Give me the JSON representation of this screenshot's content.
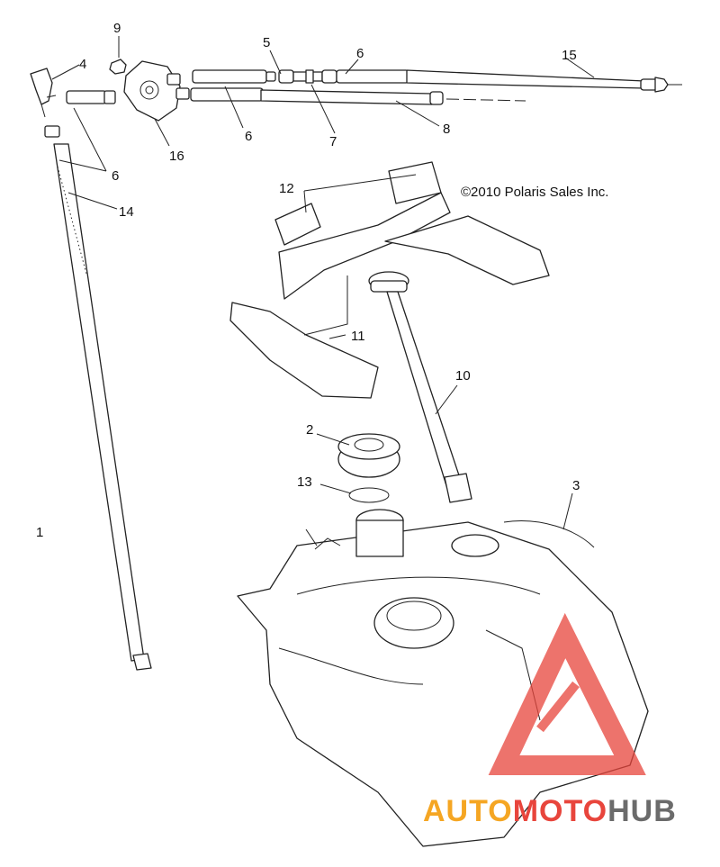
{
  "copyright": "©2010 Polaris Sales Inc.",
  "callouts": [
    {
      "id": "c1",
      "label": "1"
    },
    {
      "id": "c2",
      "label": "2"
    },
    {
      "id": "c3",
      "label": "3"
    },
    {
      "id": "c4",
      "label": "4"
    },
    {
      "id": "c5",
      "label": "5"
    },
    {
      "id": "c6a",
      "label": "6"
    },
    {
      "id": "c6b",
      "label": "6"
    },
    {
      "id": "c6c",
      "label": "6"
    },
    {
      "id": "c7",
      "label": "7"
    },
    {
      "id": "c8",
      "label": "8"
    },
    {
      "id": "c9",
      "label": "9"
    },
    {
      "id": "c10",
      "label": "10"
    },
    {
      "id": "c11",
      "label": "11"
    },
    {
      "id": "c12",
      "label": "12"
    },
    {
      "id": "c13",
      "label": "13"
    },
    {
      "id": "c14",
      "label": "14"
    },
    {
      "id": "c15",
      "label": "15"
    },
    {
      "id": "c16",
      "label": "16"
    }
  ],
  "watermark": {
    "part1": "AUTO",
    "part2": "MOTO",
    "part3": "HUB",
    "color_orange": "#f5a623",
    "color_red": "#e8453c",
    "color_gray": "#6b6b6b"
  }
}
